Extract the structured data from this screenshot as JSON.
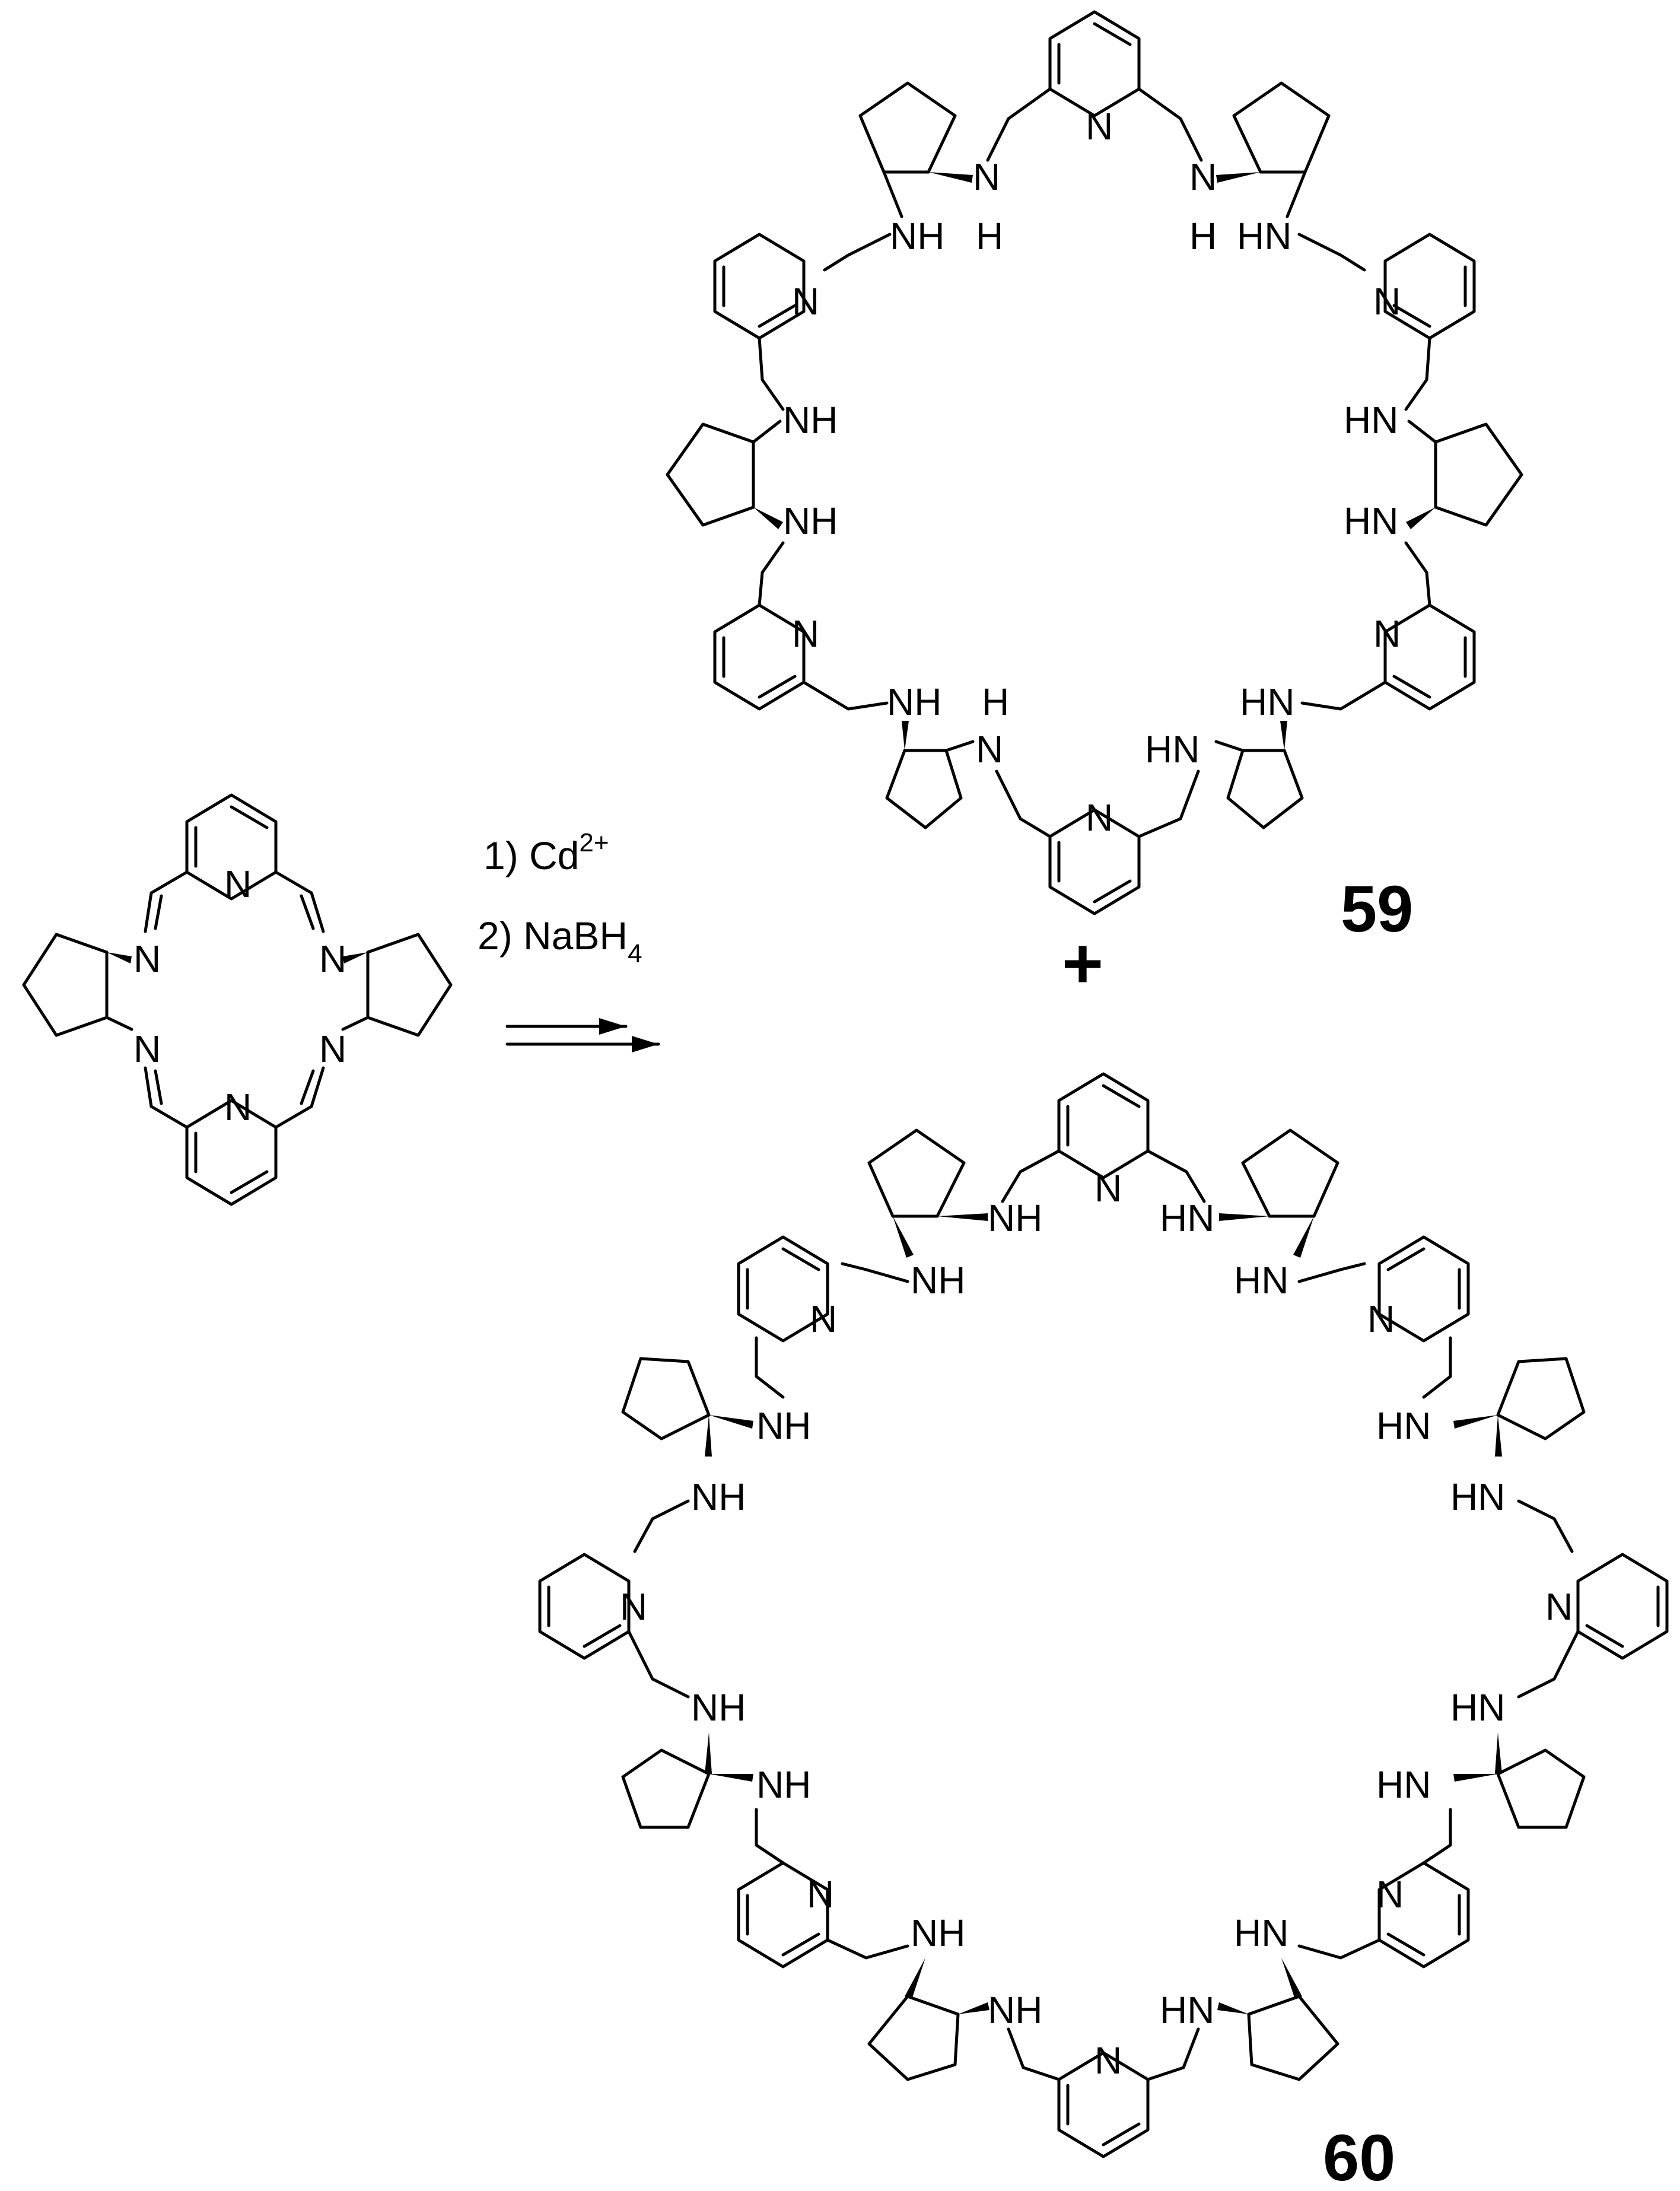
{
  "reagents": {
    "step1_prefix": "1) Cd",
    "step1_charge": "2+",
    "step2_prefix": "2) NaBH",
    "step2_subscript": "4"
  },
  "compounds": {
    "first_label": "59",
    "second_label": "60",
    "plus_sign": "+"
  },
  "atom_labels": {
    "N": "N",
    "NH": "NH",
    "HN": "HN",
    "H": "H"
  }
}
